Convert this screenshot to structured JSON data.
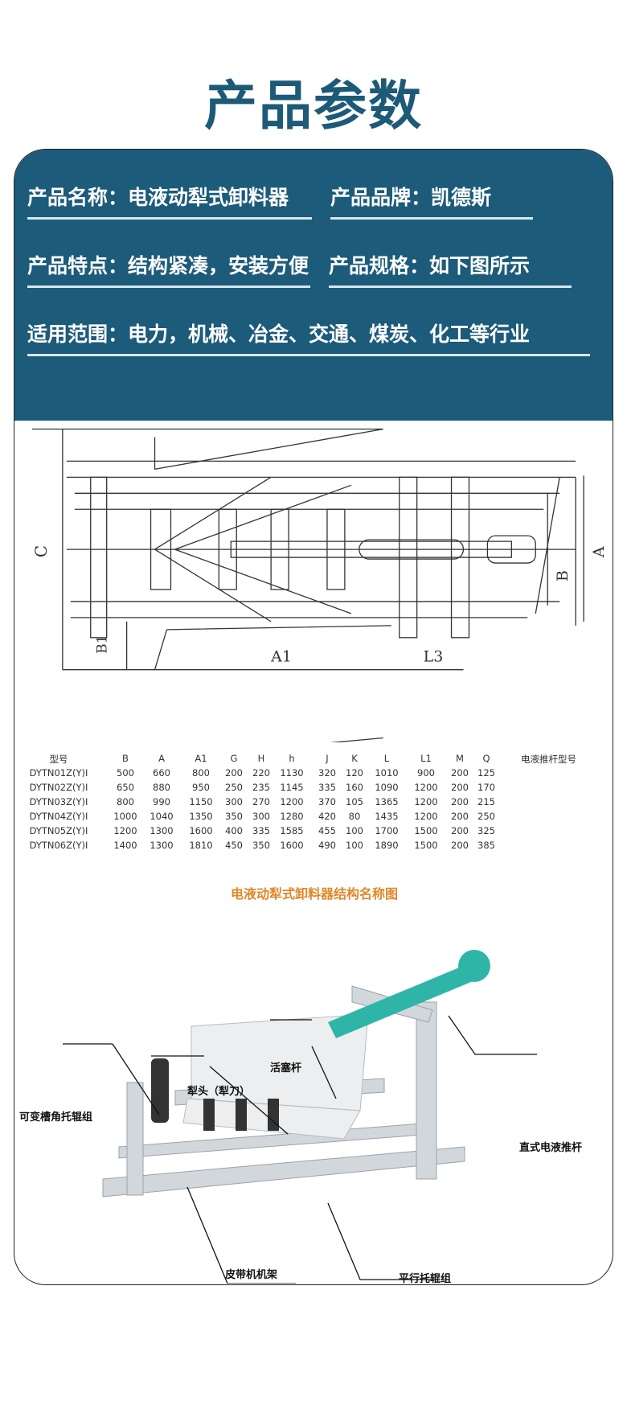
{
  "title": "产品参数",
  "fields": {
    "name": "产品名称：电液动犁式卸料器",
    "brand": "产品品牌：凯德斯",
    "features": "产品特点：结构紧凑，安装方便",
    "spec": "产品规格：如下图所示",
    "scope": "适用范围：电力，机械、冶金、交通、煤炭、化工等行业"
  },
  "drawing": {
    "dims": [
      "C",
      "B1",
      "A1",
      "L3",
      "B",
      "A"
    ]
  },
  "table": {
    "headers": [
      "型号",
      "B",
      "A",
      "A1",
      "G",
      "H",
      "h",
      "J",
      "K",
      "L",
      "L1",
      "M",
      "Q",
      "电液推杆型号"
    ],
    "rows": [
      [
        "DYTN01Z(Y)I",
        "500",
        "660",
        "800",
        "200",
        "220",
        "1130",
        "320",
        "120",
        "1010",
        "900",
        "200",
        "125"
      ],
      [
        "DYTN02Z(Y)I",
        "650",
        "880",
        "950",
        "250",
        "235",
        "1145",
        "335",
        "160",
        "1090",
        "1200",
        "200",
        "170"
      ],
      [
        "DYTN03Z(Y)I",
        "800",
        "990",
        "1150",
        "300",
        "270",
        "1200",
        "370",
        "105",
        "1365",
        "1200",
        "200",
        "215"
      ],
      [
        "DYTN04Z(Y)I",
        "1000",
        "1040",
        "1350",
        "350",
        "300",
        "1280",
        "420",
        "80",
        "1435",
        "1200",
        "200",
        "250"
      ],
      [
        "DYTN05Z(Y)I",
        "1200",
        "1300",
        "1600",
        "400",
        "335",
        "1585",
        "455",
        "100",
        "1700",
        "1500",
        "200",
        "325"
      ],
      [
        "DYTN06Z(Y)I",
        "1400",
        "1300",
        "1810",
        "450",
        "350",
        "1600",
        "490",
        "100",
        "1890",
        "1500",
        "200",
        "385"
      ]
    ]
  },
  "diagram": {
    "subtitle": "电液动犁式卸料器结构名称图",
    "labels": {
      "piston": "活塞杆",
      "plow": "犁头（犁刀）",
      "trough": "可变槽角托辊组",
      "actuator": "直式电液推杆",
      "frame": "皮带机机架",
      "parallel": "平行托辊组"
    }
  },
  "colors": {
    "brand": "#1d5b7a",
    "subtitle": "#e0872a",
    "actuator": "#2fb5a8"
  }
}
